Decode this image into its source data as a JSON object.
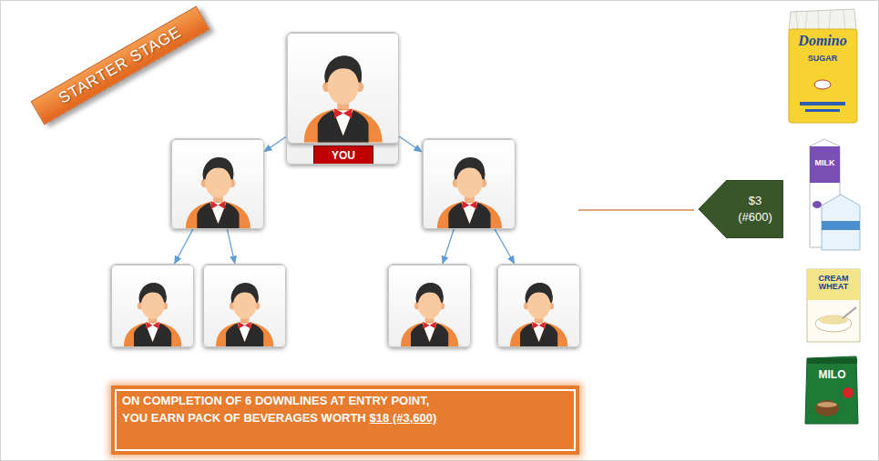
{
  "diagram": {
    "nodes": [
      {
        "text": [
          "STARTER STAGE"
        ]
      },
      {
        "text": [
          "YOU"
        ]
      },
      {
        "text": []
      },
      {
        "text": []
      },
      {
        "text": []
      },
      {
        "text": []
      },
      {
        "text": []
      },
      {
        "text": []
      },
      {
        "text": [
          "$3 (#600)"
        ]
      },
      {
        "text": [
          "ON COMPLETION OF 6 DOWNLINES AT ENTRY POINT,",
          "YOU EARN PACK OF BEVERAGES WORTH",
          "$18 (#3,600)"
        ]
      }
    ],
    "edges": [
      {
        "from": 1,
        "to": 2,
        "arrow": "to"
      },
      {
        "from": 1,
        "to": 3,
        "arrow": "to"
      },
      {
        "from": 2,
        "to": 4,
        "arrow": "to"
      },
      {
        "from": 2,
        "to": 5,
        "arrow": "to"
      },
      {
        "from": 3,
        "to": 6,
        "arrow": "to"
      },
      {
        "from": 3,
        "to": 7,
        "arrow": "to"
      }
    ],
    "labels": [
      "Domino",
      "SUGAR",
      "MILK",
      "CREAM WHEAT",
      "MILO"
    ]
  }
}
